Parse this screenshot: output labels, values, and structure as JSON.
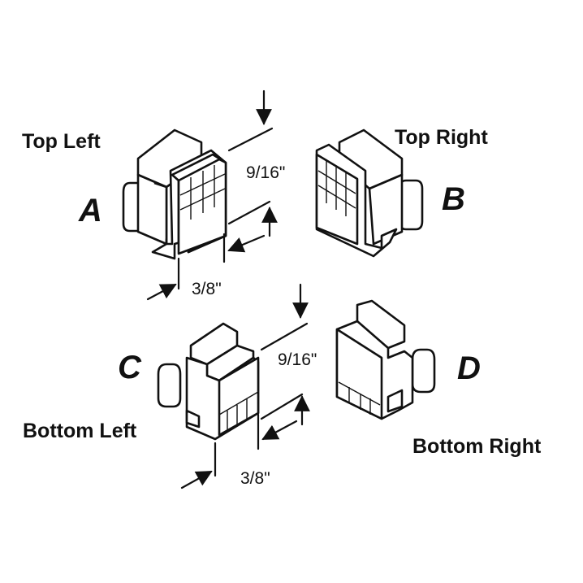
{
  "labels": {
    "top_left": "Top Left",
    "top_right": "Top Right",
    "bottom_left": "Bottom Left",
    "bottom_right": "Bottom Right",
    "a": "A",
    "b": "B",
    "c": "C",
    "d": "D"
  },
  "dimensions": {
    "top_height": "9/16\"",
    "top_width": "3/8\"",
    "bottom_height": "9/16\"",
    "bottom_width": "3/8\""
  },
  "colors": {
    "ink": "#111111",
    "background": "#ffffff"
  }
}
